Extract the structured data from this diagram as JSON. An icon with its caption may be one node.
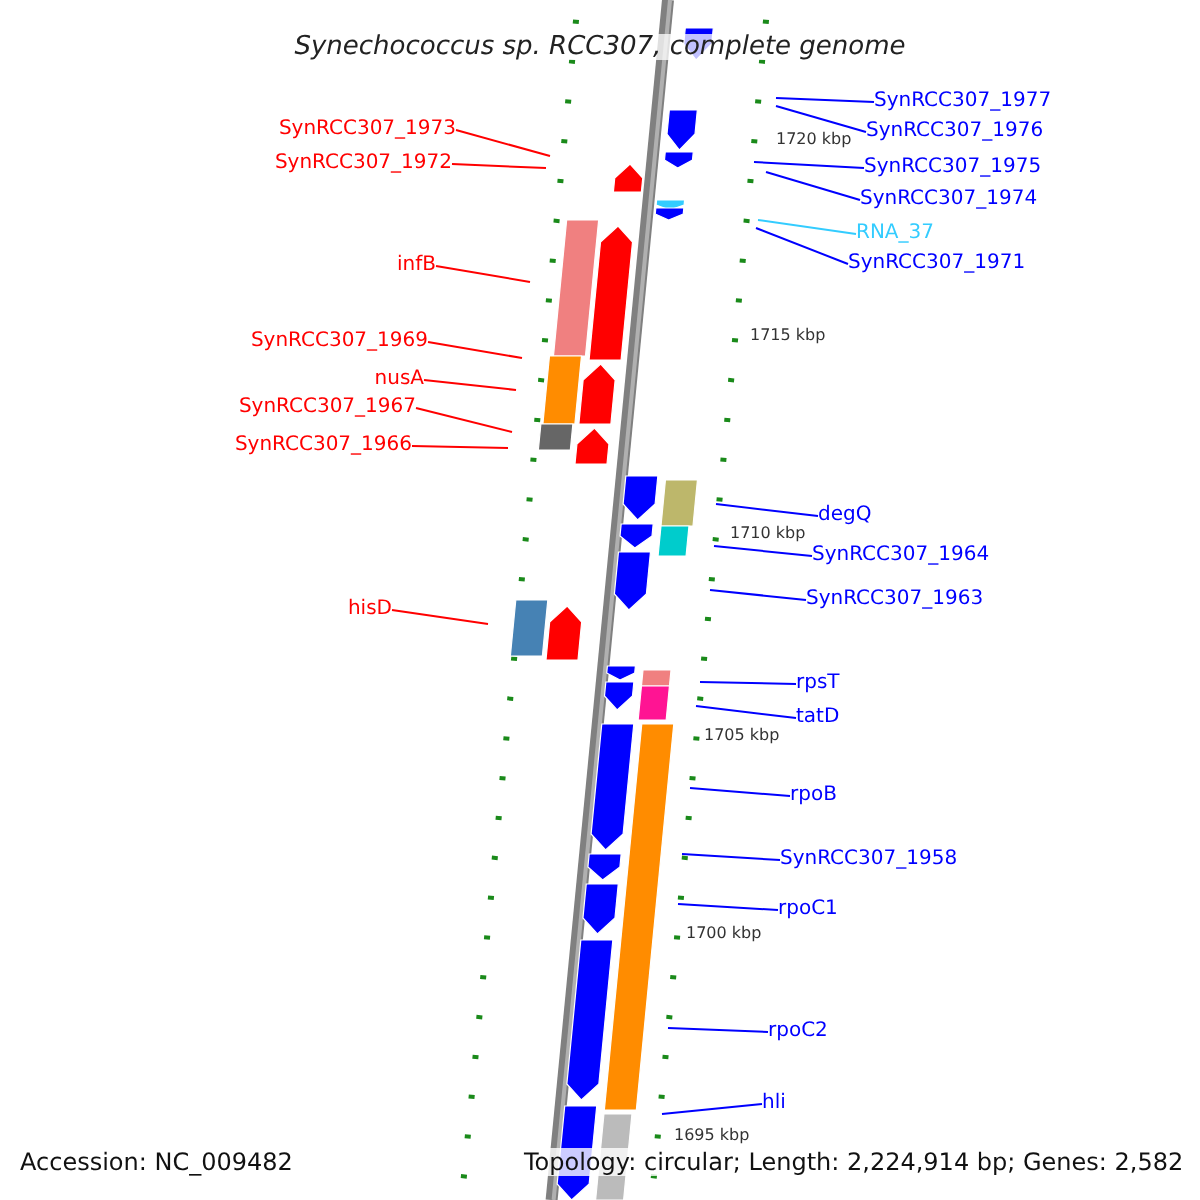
{
  "diagram": {
    "title": "Synechococcus sp. RCC307, complete genome",
    "nodes": [
      {
        "text": [
          "SynRCC307_1973"
        ]
      },
      {
        "text": [
          "SynRCC307_1972"
        ]
      },
      {
        "text": [
          "infB"
        ]
      },
      {
        "text": [
          "SynRCC307_1969"
        ]
      },
      {
        "text": [
          "nusA"
        ]
      },
      {
        "text": [
          "SynRCC307_1967"
        ]
      },
      {
        "text": [
          "SynRCC307_1966"
        ]
      },
      {
        "text": [
          "hisD"
        ]
      },
      {
        "text": [
          "SynRCC307_1977"
        ]
      },
      {
        "text": [
          "SynRCC307_1976"
        ]
      },
      {
        "text": [
          "SynRCC307_1975"
        ]
      },
      {
        "text": [
          "SynRCC307_1974"
        ]
      },
      {
        "text": [
          "RNA_37"
        ]
      },
      {
        "text": [
          "SynRCC307_1971"
        ]
      },
      {
        "text": [
          "degQ"
        ]
      },
      {
        "text": [
          "SynRCC307_1964"
        ]
      },
      {
        "text": [
          "SynRCC307_1963"
        ]
      },
      {
        "text": [
          "rpsT"
        ]
      },
      {
        "text": [
          "tatD"
        ]
      },
      {
        "text": [
          "rpoB"
        ]
      },
      {
        "text": [
          "SynRCC307_1958"
        ]
      },
      {
        "text": [
          "rpoC1"
        ]
      },
      {
        "text": [
          "rpoC2"
        ]
      },
      {
        "text": [
          "hli"
        ]
      }
    ],
    "edges": [
      {
        "from": 0,
        "to": null,
        "arrow": "none",
        "color": "#ff0000"
      },
      {
        "from": 1,
        "to": null,
        "arrow": "none",
        "color": "#ff0000"
      },
      {
        "from": 2,
        "to": null,
        "arrow": "none",
        "color": "#ff0000"
      },
      {
        "from": 3,
        "to": null,
        "arrow": "none",
        "color": "#ff0000"
      },
      {
        "from": 4,
        "to": null,
        "arrow": "none",
        "color": "#ff0000"
      },
      {
        "from": 5,
        "to": null,
        "arrow": "none",
        "color": "#ff0000"
      },
      {
        "from": 6,
        "to": null,
        "arrow": "none",
        "color": "#ff0000"
      },
      {
        "from": 7,
        "to": null,
        "arrow": "none",
        "color": "#ff0000"
      },
      {
        "from": 8,
        "to": null,
        "arrow": "none"
      },
      {
        "from": 9,
        "to": null,
        "arrow": "none"
      },
      {
        "from": 10,
        "to": null,
        "arrow": "none"
      },
      {
        "from": 11,
        "to": null,
        "arrow": "none"
      },
      {
        "from": 12,
        "to": null,
        "arrow": "none",
        "color": "#33ccff"
      },
      {
        "from": 13,
        "to": null,
        "arrow": "none"
      },
      {
        "from": 14,
        "to": null,
        "arrow": "none"
      },
      {
        "from": 15,
        "to": null,
        "arrow": "none"
      },
      {
        "from": 16,
        "to": null,
        "arrow": "none"
      },
      {
        "from": 17,
        "to": null,
        "arrow": "none"
      },
      {
        "from": 18,
        "to": null,
        "arrow": "none"
      },
      {
        "from": 19,
        "to": null,
        "arrow": "none"
      },
      {
        "from": 20,
        "to": null,
        "arrow": "none"
      },
      {
        "from": 21,
        "to": null,
        "arrow": "none"
      },
      {
        "from": 22,
        "to": null,
        "arrow": "none"
      },
      {
        "from": 23,
        "to": null,
        "arrow": "none"
      }
    ],
    "labels": [
      "Accession: NC_009482",
      "Topology: circular; Length: 2,224,914 bp; Genes: 2,582",
      "1720 kbp",
      "1715 kbp",
      "1710 kbp",
      "1705 kbp",
      "1700 kbp",
      "1695 kbp"
    ]
  }
}
